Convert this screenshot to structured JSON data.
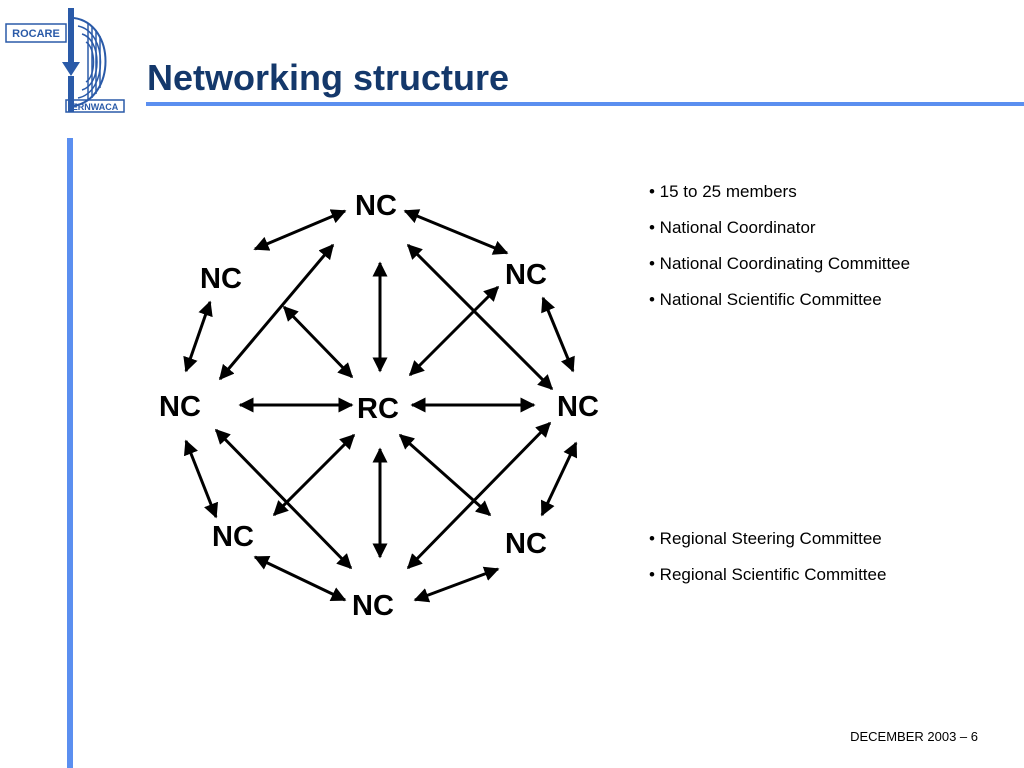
{
  "logo": {
    "top_text": "ROCARE",
    "bottom_text": "ERNWACA"
  },
  "title": "Networking structure",
  "diagram": {
    "nodes": {
      "nc_top": "NC",
      "nc_upper_left": "NC",
      "nc_upper_right": "NC",
      "nc_left": "NC",
      "rc_center": "RC",
      "nc_right": "NC",
      "nc_lower_left": "NC",
      "nc_lower_right": "NC",
      "nc_bottom": "NC"
    }
  },
  "nc_bullets": [
    "• 15 to 25 members",
    "• National Coordinator",
    "• National Coordinating Committee",
    "• National Scientific Committee"
  ],
  "rc_bullets": [
    "• Regional Steering Committee",
    "• Regional Scientific Committee"
  ],
  "footer": "DECEMBER 2003 – 6",
  "colors": {
    "title": "#14386b",
    "accent_rule": "#5b8ff0",
    "logo_blue": "#2a5aa8"
  }
}
